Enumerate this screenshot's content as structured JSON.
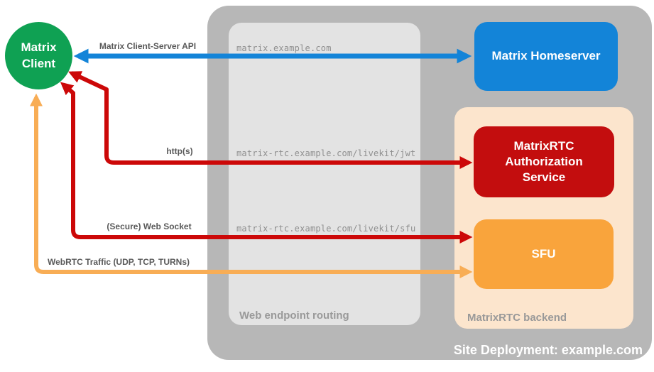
{
  "colors": {
    "client-green": "#0fa153",
    "homeserver-blue": "#1384d8",
    "auth-red": "#c30d0e",
    "arrow-red": "#cc0808",
    "sfu-orange": "#f9a43c",
    "arrow-orange": "#f8ad55",
    "backend-peach": "#fce5cd",
    "container-gray": "#b7b7b7",
    "panel-gray": "#e3e3e3",
    "label-dark": "#595959",
    "label-gray": "#999999",
    "mono-gray": "#8f8f8f"
  },
  "client": {
    "label": "Matrix Client"
  },
  "nodes": {
    "homeserver": {
      "label": "Matrix Homeserver"
    },
    "auth_service": {
      "label": "MatrixRTC Authorization Service"
    },
    "sfu": {
      "label": "SFU"
    }
  },
  "panels": {
    "routing": {
      "label": "Web endpoint routing"
    },
    "backend": {
      "label": "MatrixRTC backend"
    },
    "site": {
      "label": "Site Deployment: example.com"
    }
  },
  "endpoints": [
    "matrix.example.com",
    "matrix-rtc.example.com/livekit/jwt",
    "matrix-rtc.example.com/livekit/sfu"
  ],
  "arrows": {
    "client_server_api": {
      "label": "Matrix Client-Server API"
    },
    "https": {
      "label": "http(s)"
    },
    "websocket": {
      "label": "(Secure) Web Socket"
    },
    "webrtc": {
      "label": "WebRTC Traffic (UDP, TCP, TURNs)"
    }
  }
}
